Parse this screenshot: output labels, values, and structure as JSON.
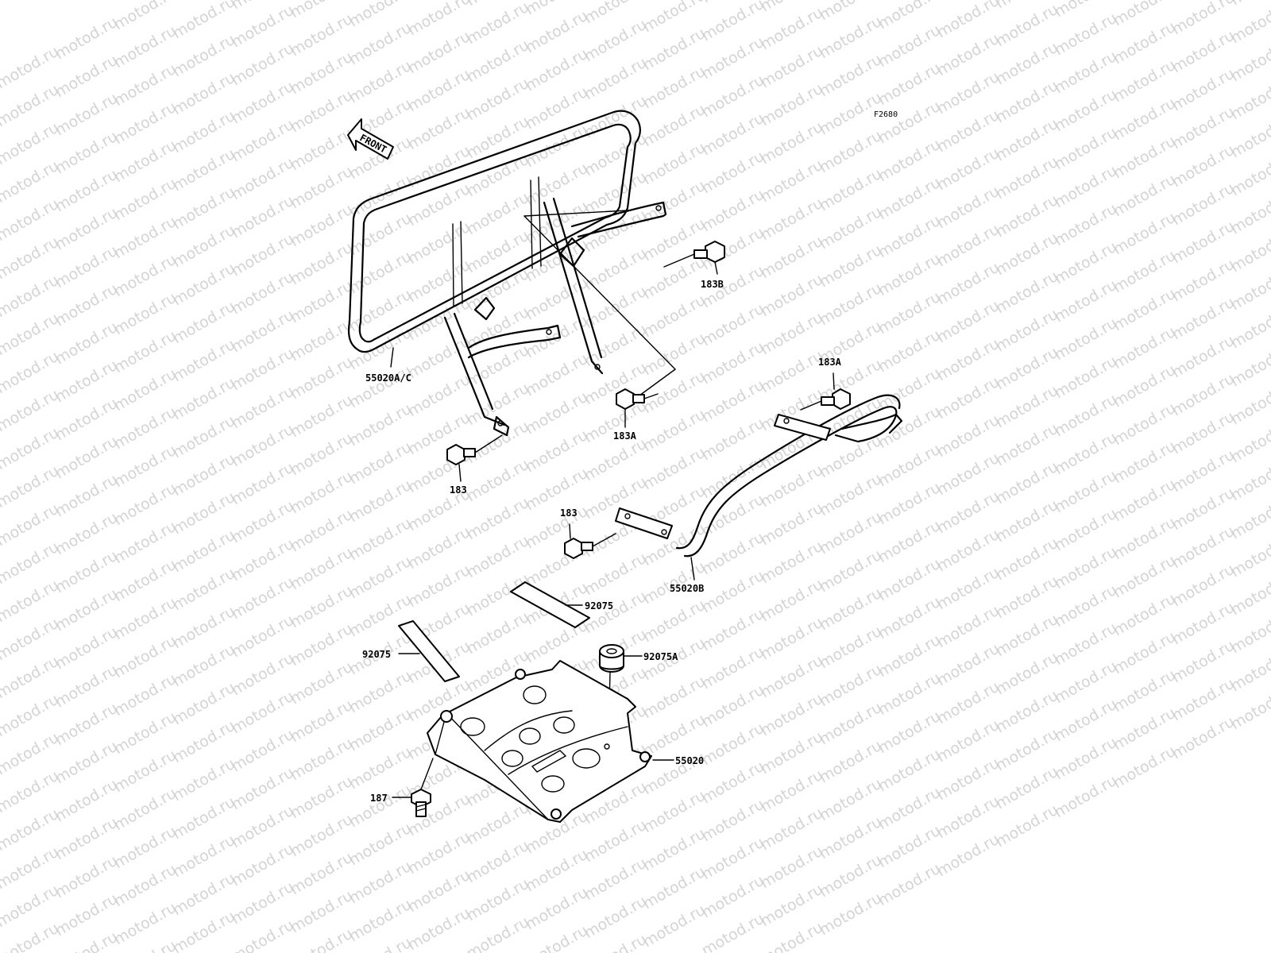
{
  "watermark": "motod.ru",
  "figure_code": "F2680",
  "front_arrow_label": "FRONT",
  "labels": {
    "front_rack": "55020A/C",
    "bolt_183b": "183B",
    "bolt_183a_upper": "183A",
    "bolt_183a_mid": "183A",
    "bolt_183_left": "183",
    "bolt_183_mid": "183",
    "rear_bar": "55020B",
    "pad_upper": "92075",
    "pad_left": "92075",
    "grommet": "92075A",
    "skid_plate": "55020",
    "screw": "187"
  }
}
